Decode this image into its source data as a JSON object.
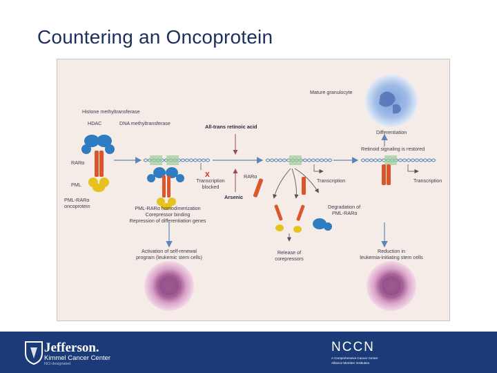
{
  "slide": {
    "title": "Countering an Oncoprotein"
  },
  "figure": {
    "labels": {
      "histone": "Histone methyltransferase",
      "hdac": "HDAC",
      "dnmt": "DNA methyltransferase",
      "rara_left": "RARα",
      "pml_left": "PML",
      "onco_1": "PML-RARα",
      "onco_2": "oncoprotein",
      "atra": "All-trans retinoic acid",
      "rara_mid": "RARα",
      "tx_blocked_1": "Transcription",
      "tx_blocked_2": "blocked",
      "x_mark": "X",
      "arsenic": "Arsenic",
      "homo_1": "PML-RARα homodimerization",
      "homo_2": "Corepressor binding",
      "homo_3": "Repression of differentiation genes",
      "transcription_mid": "Transcription",
      "degradation_1": "Degradation of",
      "degradation_2": "PML-RARα",
      "release_1": "Release of",
      "release_2": "corepressors",
      "mature": "Mature granulocyte",
      "differentiation": "Differentiation",
      "retinoid": "Retinoid signaling is restored",
      "transcription_right": "Transcription",
      "activation_1": "Activation of self-renewal",
      "activation_2": "program (leukemic stem cells)",
      "reduction_1": "Reduction in",
      "reduction_2": "leukemia-initiating stem cells"
    }
  },
  "footer": {
    "jefferson": {
      "name": "Jefferson.",
      "sub": "Kimmel Cancer Center",
      "tiny": "NCI-designated"
    },
    "nccn": {
      "name": "NCCN",
      "tag_1": "A Comprehensive Cancer Center",
      "tag_2": "Alliance Member Institution"
    }
  },
  "colors": {
    "title": "#1b2f5c",
    "footer": "#1b3a78",
    "inhibit": "#d32a2a",
    "protein_blue": "#2e7cc2",
    "protein_orange": "#d9572a",
    "protein_yellow": "#e6c21e",
    "dna": "#5d84b8"
  }
}
